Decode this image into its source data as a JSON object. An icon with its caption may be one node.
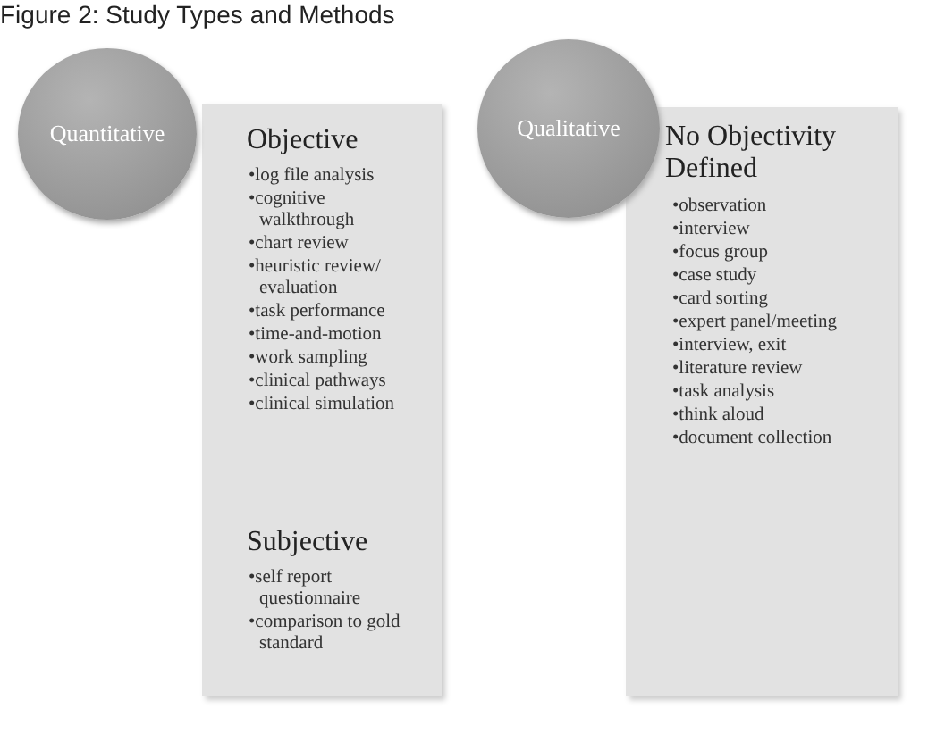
{
  "diagram": {
    "title": "Figure 2: Study Types and Methods",
    "nodes": [
      {
        "text": [
          "Objective",
          "•log file analysis",
          "•cognitive walkthrough",
          "•chart review",
          "•heuristic review/ evaluation",
          "•task performance",
          "•time-and-motion",
          "•work sampling",
          "•clinical pathways",
          "•clinical simulation",
          "Subjective",
          "•self report questionnaire",
          "•comparison to gold standard"
        ]
      },
      {
        "text": [
          "Quantitative"
        ]
      },
      {
        "text": [
          "No Objectivity Defined",
          "•observation",
          "•interview",
          "•focus group",
          "•case study",
          "•card sorting",
          "•expert panel/meeting",
          "•interview, exit",
          "•literature review",
          "•task analysis",
          "•think aloud",
          "•document collection"
        ]
      },
      {
        "text": [
          "Qualitative"
        ]
      }
    ]
  }
}
